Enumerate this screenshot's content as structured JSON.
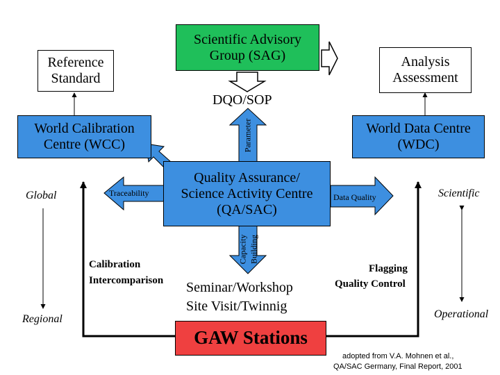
{
  "nodes": {
    "sag": {
      "line1": "Scientific Advisory",
      "line2": "Group (SAG)"
    },
    "reference": {
      "line1": "Reference",
      "line2": "Standard"
    },
    "analysis": {
      "line1": "Analysis",
      "line2": "Assessment"
    },
    "wcc": {
      "line1": "World Calibration",
      "line2": "Centre (WCC)"
    },
    "wdc": {
      "line1": "World Data Centre",
      "line2": "(WDC)"
    },
    "qasac": {
      "line1": "Quality Assurance/",
      "line2": "Science Activity Centre",
      "line3": "(QA/SAC)"
    },
    "gaw": {
      "label": "GAW Stations"
    }
  },
  "labels": {
    "dqo_sop": "DQO/SOP",
    "parameter": "Parameter",
    "traceability": "Traceability",
    "data_quality": "Data Quality",
    "capacity": "Capacity",
    "building": "Building",
    "global": "Global",
    "regional": "Regional",
    "scientific": "Scientific",
    "operational": "Operational",
    "calibration": "Calibration",
    "intercomparison": "Intercomparison",
    "flagging": "Flagging",
    "quality_control": "Quality Control",
    "seminar": "Seminar/Workshop",
    "site_visit": "Site Visit/Twinnig",
    "credit_line1": "adopted from V.A. Mohnen et al.,",
    "credit_line2": "QA/SAC Germany, Final Report, 2001"
  },
  "colors": {
    "blue": "#3d8fe0",
    "green": "#1fbf5a",
    "red": "#ef4040",
    "black": "#000000",
    "white": "#ffffff"
  }
}
